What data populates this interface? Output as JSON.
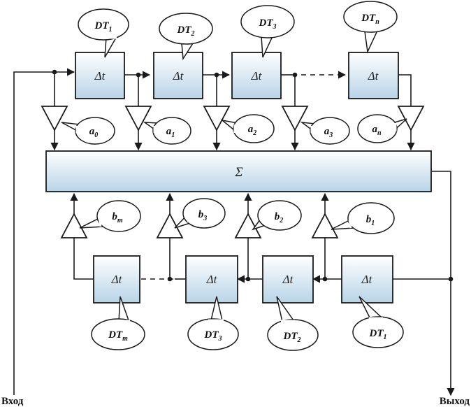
{
  "io": {
    "input": "Вход",
    "output": "Выход"
  },
  "delay_symbol": "Δt",
  "sum_symbol": "Σ",
  "forward": {
    "delays": [
      {
        "base": "DT",
        "sub": "1"
      },
      {
        "base": "DT",
        "sub": "2"
      },
      {
        "base": "DT",
        "sub": "3"
      },
      {
        "base": "DT",
        "sub": "n"
      }
    ],
    "coefs": [
      {
        "base": "a",
        "sub": "0"
      },
      {
        "base": "a",
        "sub": "1"
      },
      {
        "base": "a",
        "sub": "2"
      },
      {
        "base": "a",
        "sub": "3"
      },
      {
        "base": "a",
        "sub": "n"
      }
    ]
  },
  "feedback": {
    "delays": [
      {
        "base": "DT",
        "sub": "m"
      },
      {
        "base": "DT",
        "sub": "3"
      },
      {
        "base": "DT",
        "sub": "2"
      },
      {
        "base": "DT",
        "sub": "1"
      }
    ],
    "coefs": [
      {
        "base": "b",
        "sub": "m"
      },
      {
        "base": "b",
        "sub": "3"
      },
      {
        "base": "b",
        "sub": "2"
      },
      {
        "base": "b",
        "sub": "1"
      }
    ]
  },
  "colors": {
    "box_top": "#ffffff",
    "box_bottom": "#b8d4e8",
    "line": "#1a1a1a"
  }
}
